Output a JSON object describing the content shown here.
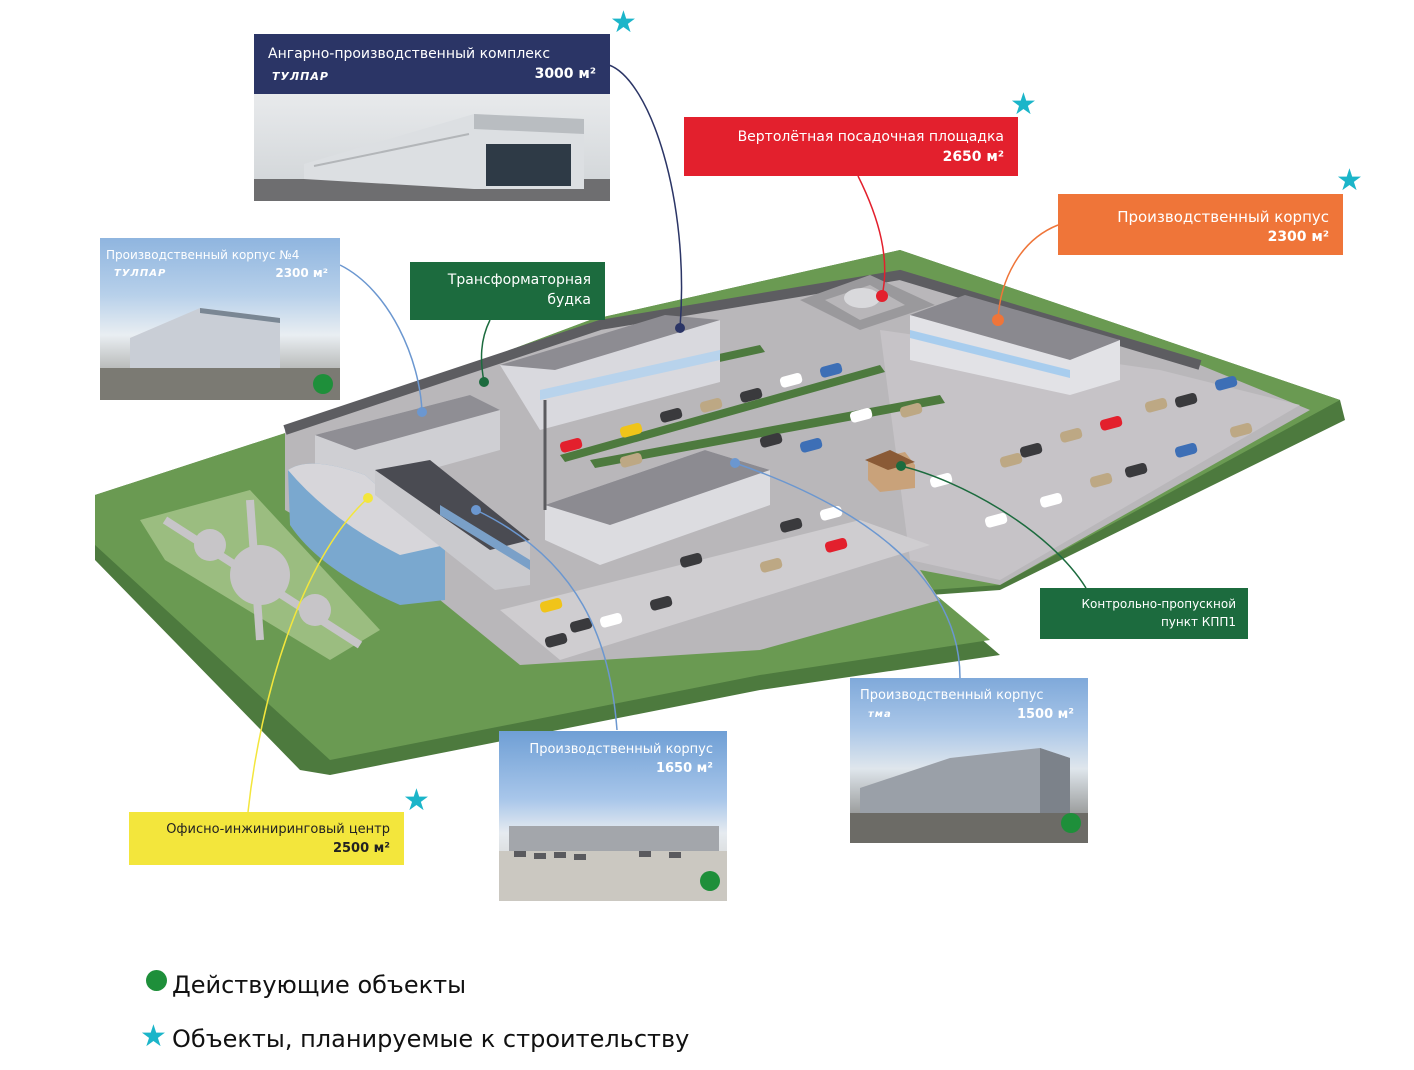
{
  "colors": {
    "navy": "#2b3566",
    "red": "#e3202d",
    "orange": "#ef7539",
    "green": "#1c6b3e",
    "blue": "#6b97d0",
    "yellow": "#f3e63c",
    "teal_star": "#1bb5c9",
    "active_dot": "#1e8f3a"
  },
  "labels": {
    "hangar": {
      "title": "Ангарно-производственный комплекс",
      "area": "3000 м²",
      "logo": "ТУЛПАР"
    },
    "heliport": {
      "title": "Вертолётная посадочная площадка",
      "area": "2650 м²"
    },
    "prod_orange": {
      "title": "Производственный корпус",
      "area": "2300 м²"
    },
    "prod4": {
      "title": "Производственный корпус №4",
      "area": "2300 м²",
      "logo": "ТУЛПАР"
    },
    "transformer": {
      "line1": "Трансформаторная",
      "line2": "будка"
    },
    "checkpoint": {
      "line1": "Контрольно-пропускной",
      "line2": "пункт КПП1"
    },
    "prod1500": {
      "title": "Производственный корпус",
      "area": "1500 м²",
      "logo": "тма"
    },
    "prod1650": {
      "title": "Производственный корпус",
      "area": "1650 м²"
    },
    "office": {
      "title": "Офисно-инжиниринговый центр",
      "area": "2500 м²"
    }
  },
  "legend": {
    "active": {
      "icon": "green-circle-icon",
      "text": "Действующие объекты"
    },
    "planned": {
      "icon": "teal-star-icon",
      "text": "Объекты, планируемые к строительству"
    }
  }
}
